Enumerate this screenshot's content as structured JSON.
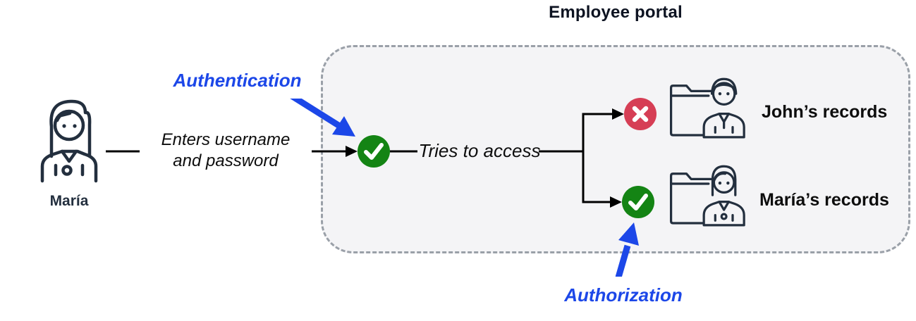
{
  "title": "Employee portal",
  "colors": {
    "green": "#148414",
    "red": "#d63e55",
    "blue": "#1c47e8",
    "icon_stroke": "#232f3e",
    "panel_fill": "#f4f4f6",
    "panel_border": "#9aa0a8"
  },
  "actor": {
    "name": "María",
    "action_line1": "Enters username",
    "action_line2": "and password"
  },
  "labels": {
    "authentication": "Authentication",
    "authorization": "Authorization",
    "tries_to_access": "Tries to access"
  },
  "records": [
    {
      "name": "John’s records",
      "access": "denied"
    },
    {
      "name": "María’s records",
      "access": "granted"
    }
  ]
}
